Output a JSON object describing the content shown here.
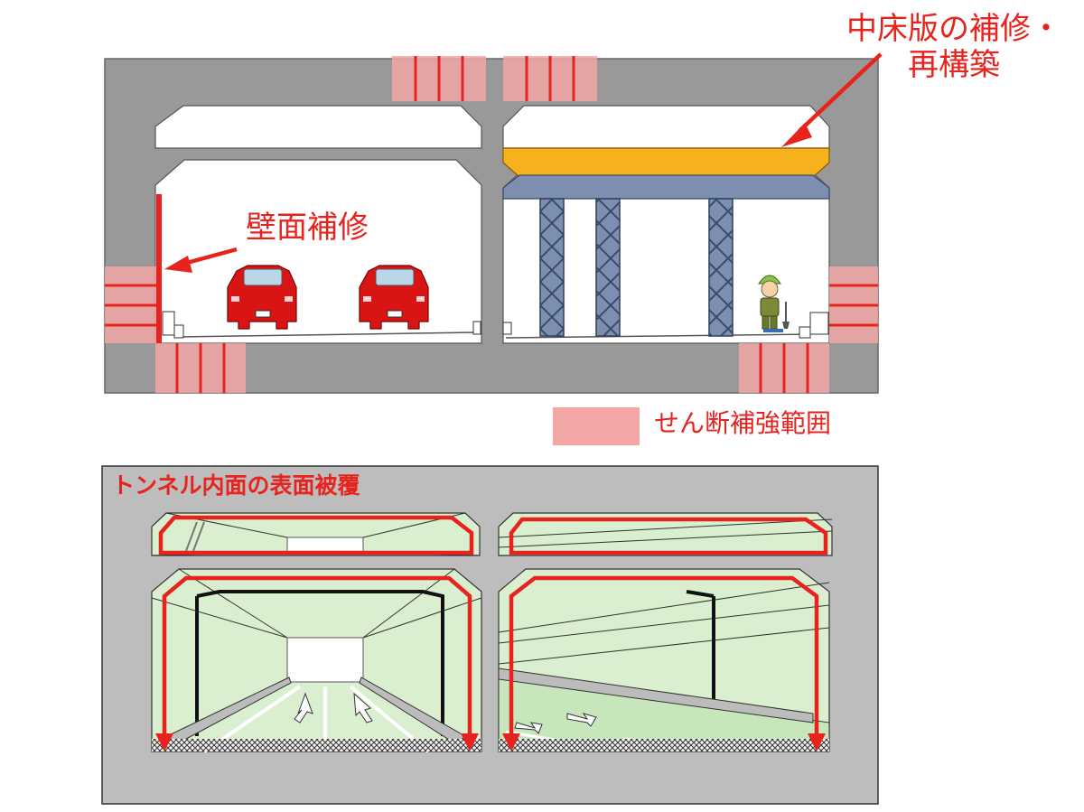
{
  "annotations": {
    "upper_deck_line1": "中床版の補修・",
    "upper_deck_line2": "再構築",
    "wall_repair": "壁面補修",
    "shear_legend": "せん断補強範囲",
    "tunnel_coating": "トンネル内面の表面被覆"
  },
  "colors": {
    "accent_red": "#e8231e",
    "shear_zone": "#f2a6a6",
    "concrete": "#999999",
    "upper_deck_yellow": "#f5b21c",
    "steel_beam": "#7d8fb0",
    "tunnel_green": "#d9efcf",
    "tunnel_bg": "#bdbdbd"
  }
}
